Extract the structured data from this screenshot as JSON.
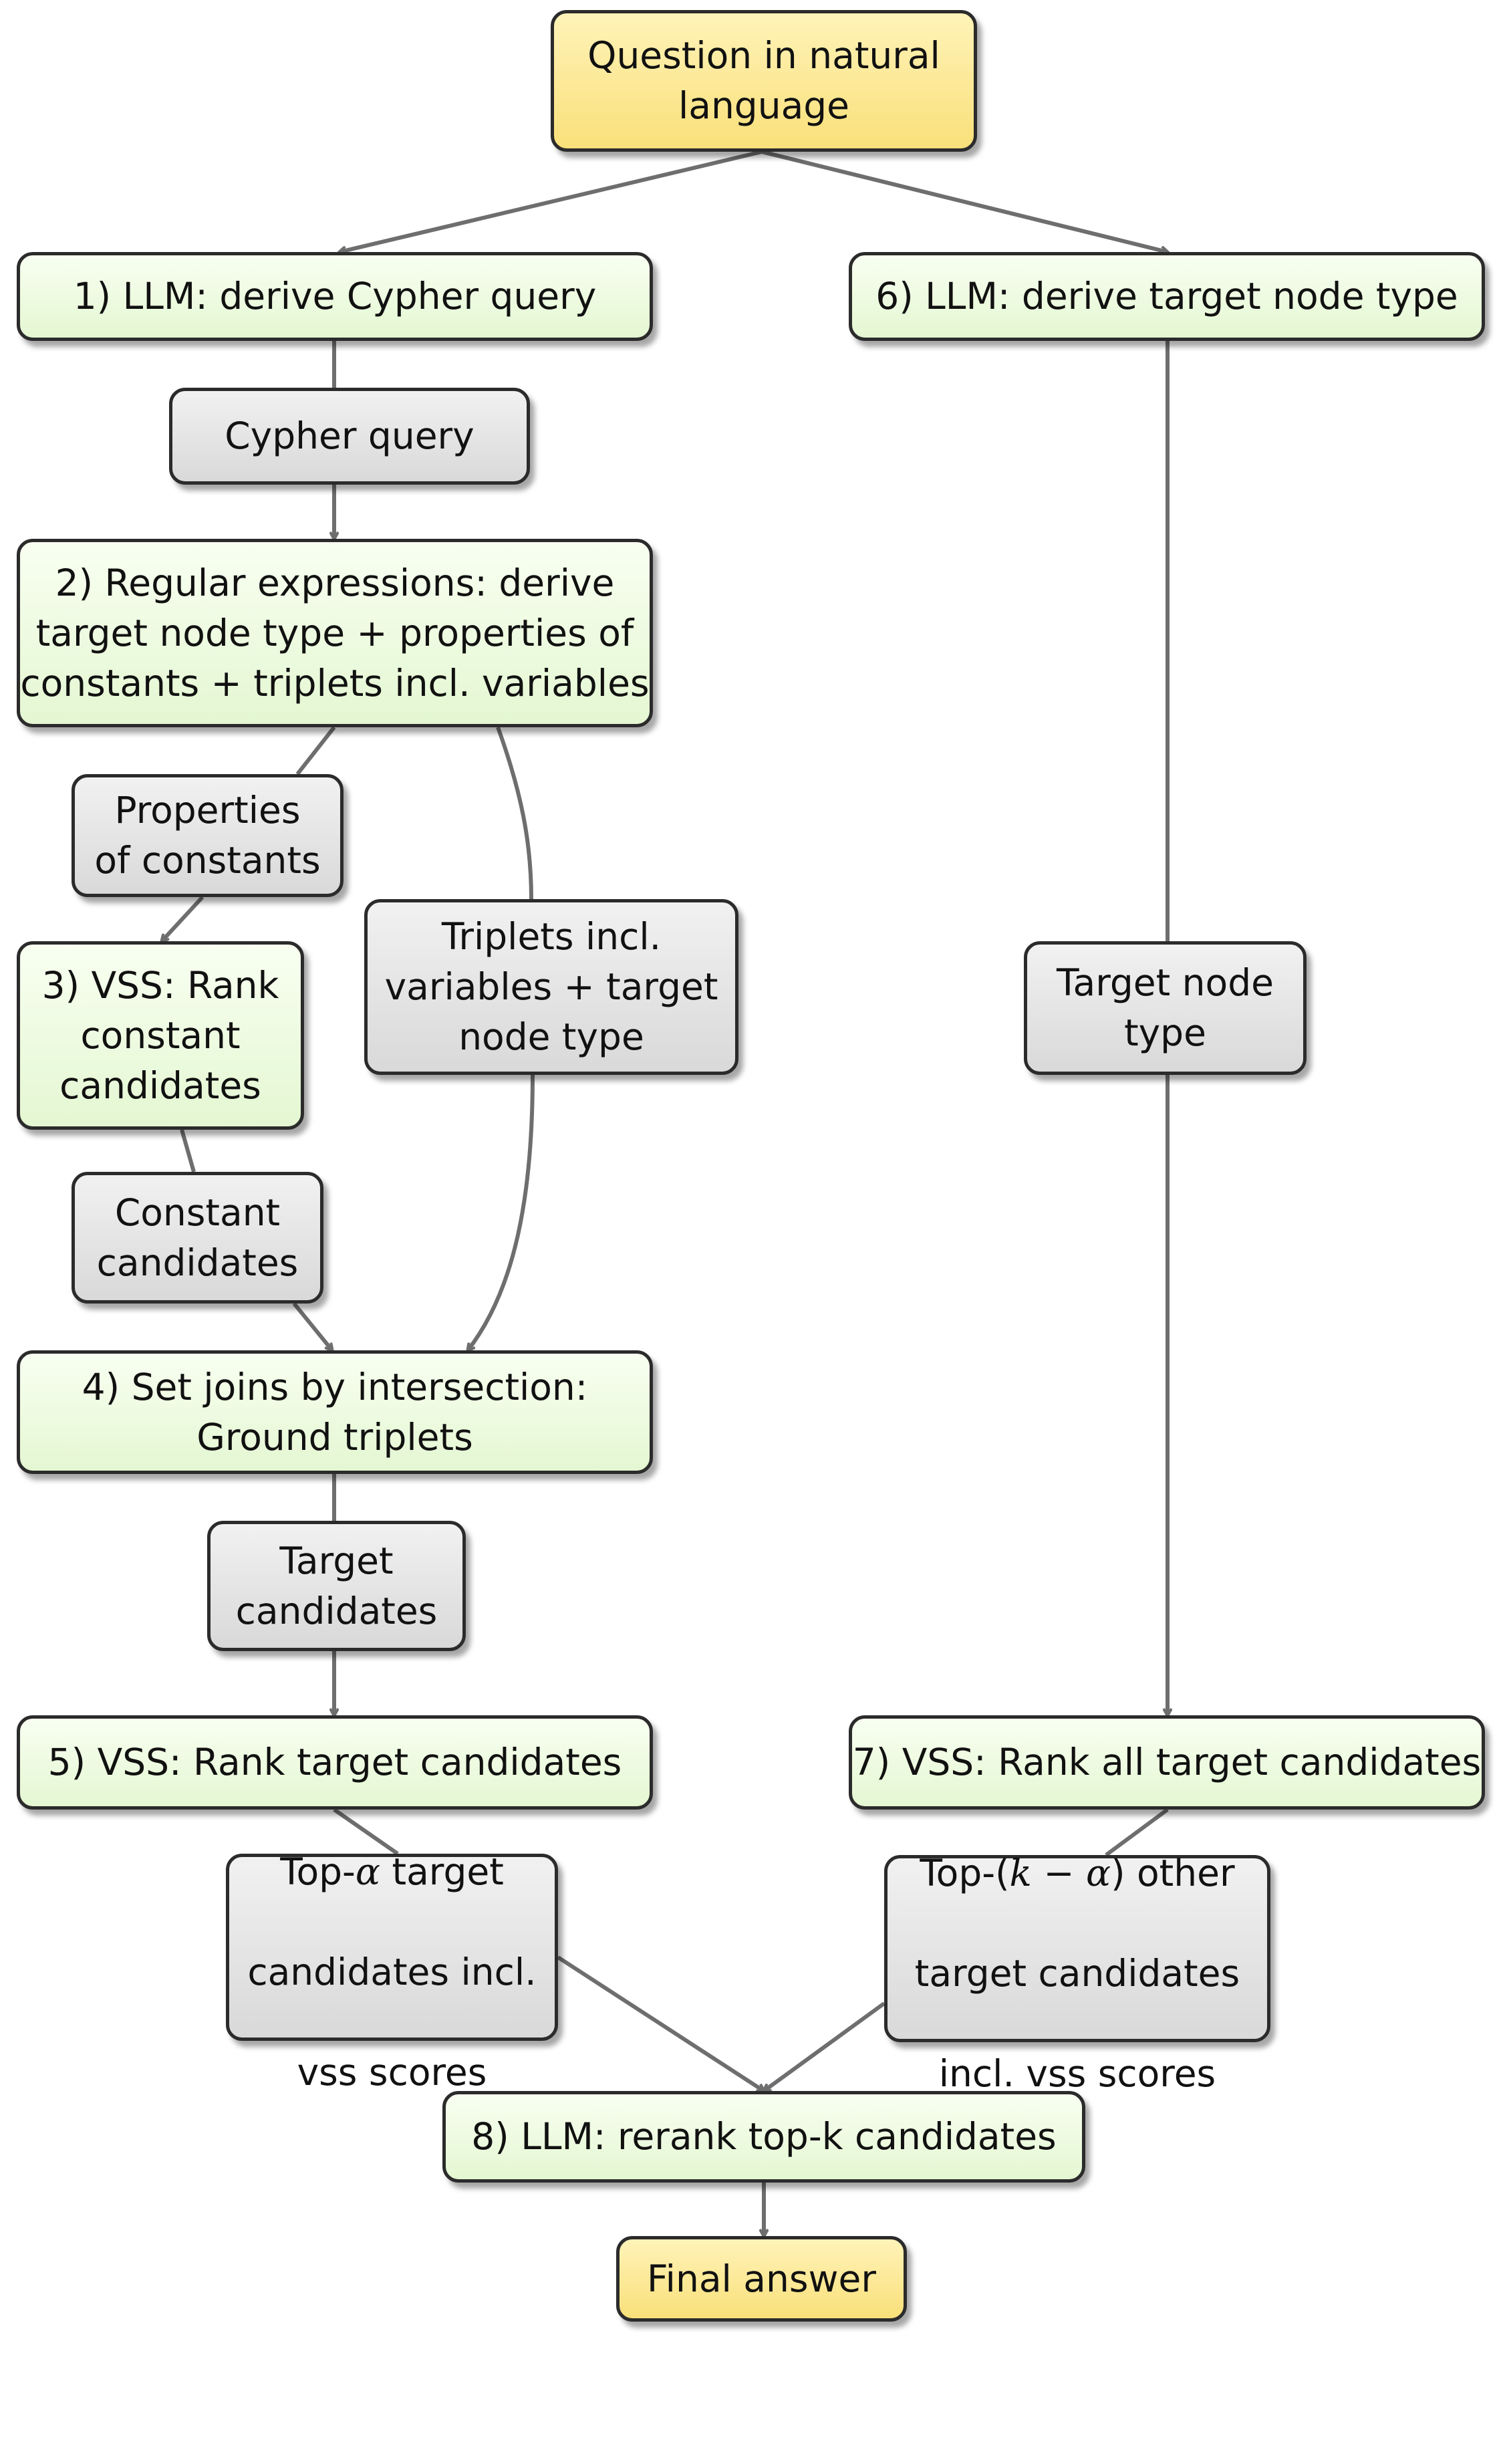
{
  "nodes": {
    "question": "Question in natural\nlanguage",
    "step1": "1) LLM: derive Cypher query",
    "cypher_query": "Cypher query",
    "step2": "2) Regular expressions: derive\ntarget node type + properties of\nconstants + triplets incl. variables",
    "properties_of_constants": "Properties\nof constants",
    "step3": "3) VSS: Rank\nconstant\ncandidates",
    "triplets": "Triplets incl.\nvariables + target\nnode type",
    "constant_candidates": "Constant\ncandidates",
    "step4": "4) Set joins by intersection:\nGround triplets",
    "target_candidates": "Target\ncandidates",
    "step5": "5) VSS: Rank target candidates",
    "top_alpha": {
      "prefix": "Top-",
      "alpha": "α",
      "line1_rest": " target",
      "line2": "candidates incl.",
      "line3": "vss scores"
    },
    "step6": "6) LLM: derive target node type",
    "target_node_type": "Target node\ntype",
    "step7": "7) VSS: Rank all target candidates",
    "top_k_alpha": {
      "prefix": "Top-(",
      "k": "k",
      "minus": " − ",
      "alpha": "α",
      "line1_rest": ") other",
      "line2": "target candidates",
      "line3": "incl. vss scores"
    },
    "step8": "8) LLM: rerank top-k candidates",
    "final_answer": "Final answer"
  },
  "colors": {
    "start_end": "#f9e07a",
    "process": "#e4f7d2",
    "data": "#d9d9d9",
    "edge": "#6e6e6e"
  }
}
